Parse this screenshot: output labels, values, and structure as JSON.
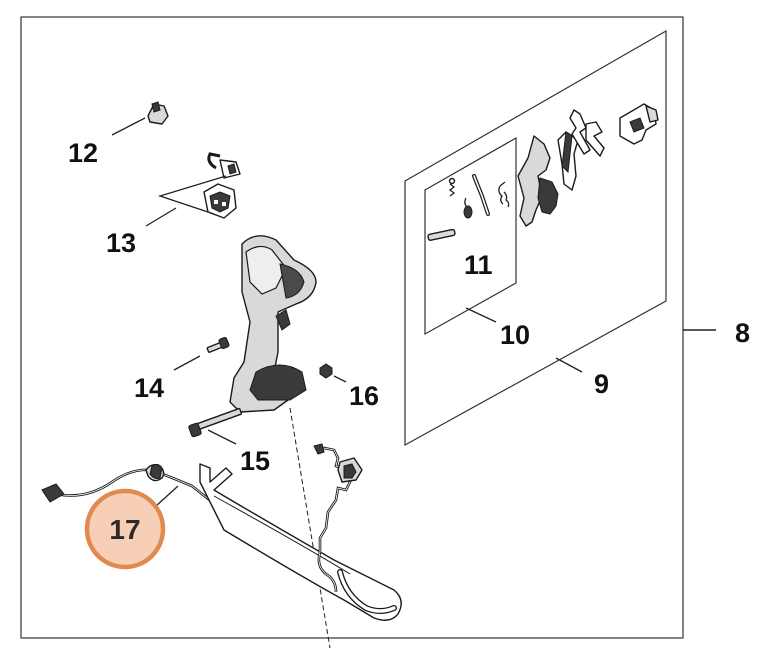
{
  "diagram": {
    "labels": {
      "p8": "8",
      "p9": "9",
      "p10": "10",
      "p11": "11",
      "p12": "12",
      "p13": "13",
      "p14": "14",
      "p15": "15",
      "p16": "16",
      "p17": "17"
    },
    "highlighted_part": "17",
    "highlight_color": "#F0A070",
    "highlight_stroke": "#E08A50"
  }
}
